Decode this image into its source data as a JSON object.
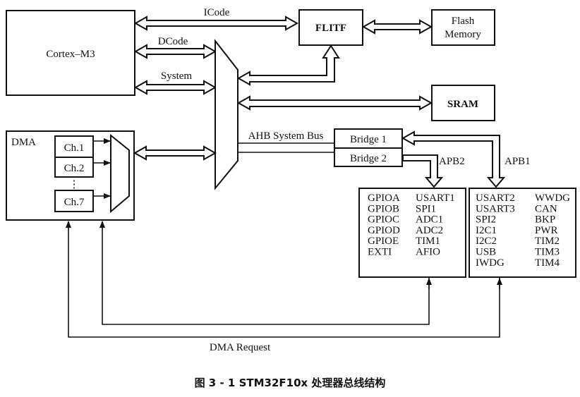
{
  "blocks": {
    "cortex": "Cortex–M3",
    "flitf": "FLITF",
    "flash_line1": "Flash",
    "flash_line2": "Memory",
    "sram": "SRAM",
    "dma": "DMA",
    "bridge1": "Bridge 1",
    "bridge2": "Bridge 2",
    "dma_channels": [
      "Ch.1",
      "Ch.2",
      "Ch.7"
    ],
    "ellipsis": "⋮"
  },
  "buses": {
    "icode": "ICode",
    "dcode": "DCode",
    "system": "System",
    "ahb": "AHB System Bus",
    "apb2": "APB2",
    "apb1": "APB1",
    "dma_request": "DMA Request"
  },
  "apb2_peripherals": {
    "col1": [
      "GPIOA",
      "GPIOB",
      "GPIOC",
      "GPIOD",
      "GPIOE",
      "EXTI"
    ],
    "col2": [
      "USART1",
      "SPI1",
      "ADC1",
      "ADC2",
      "TIM1",
      "AFIO"
    ]
  },
  "apb1_peripherals": {
    "col1": [
      "USART2",
      "USART3",
      "SPI2",
      "I2C1",
      "I2C2",
      "USB",
      "IWDG"
    ],
    "col2": [
      "WWDG",
      "CAN",
      "BKP",
      "PWR",
      "TIM2",
      "TIM3",
      "TIM4"
    ]
  },
  "caption": "图 3 - 1   STM32F10x 处理器总线结构"
}
